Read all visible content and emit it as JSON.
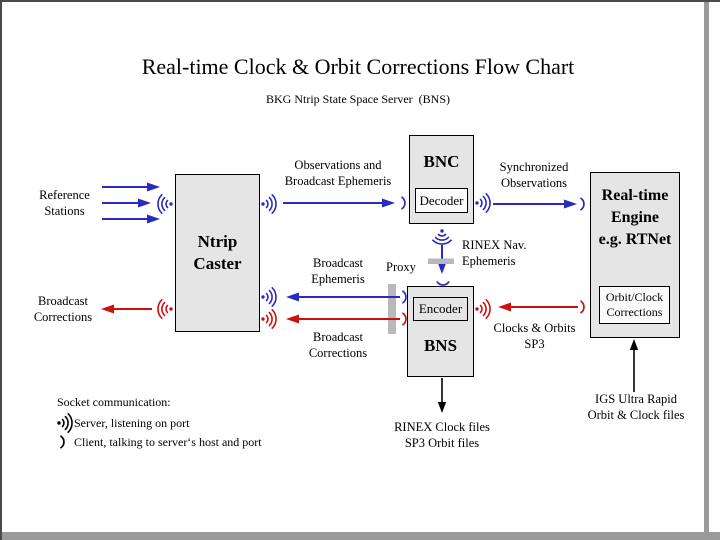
{
  "title": "Real-time Clock & Orbit Corrections Flow Chart",
  "subtitle": "BKG Ntrip State Space Server  (BNS)",
  "colors": {
    "blue": "#2a2ac0",
    "red": "#cc0f0f",
    "black": "#000000",
    "box_fill": "#e5e5e5",
    "proxy_gray": "#b9b9b9",
    "frame_dark": "#4a4a4a",
    "frame_gray": "#9a9a9a"
  },
  "boxes": {
    "ntrip_caster": {
      "label": "Ntrip\nCaster"
    },
    "bnc": {
      "label": "BNC",
      "sub": "Decoder"
    },
    "bns": {
      "label": "BNS",
      "sub": "Encoder"
    },
    "engine": {
      "label": "Real-time\nEngine\ne.g. RTNet",
      "sub": "Orbit/Clock\nCorrections"
    }
  },
  "labels": {
    "reference_stations": "Reference\nStations",
    "broadcast_corrections_left": "Broadcast\nCorrections",
    "observations": "Observations and\nBroadcast Ephemeris",
    "synchronized": "Synchronized\nObservations",
    "rinex_nav": "RINEX Nav.\nEphemeris",
    "broadcast_ephemeris": "Broadcast\nEphemeris",
    "proxy": "Proxy",
    "broadcast_corrections_mid": "Broadcast\nCorrections",
    "clocks_orbits": "Clocks & Orbits\nSP3",
    "rinex_clock_files": "RINEX Clock files\nSP3 Orbit files",
    "igs": "IGS Ultra Rapid\nOrbit & Clock files"
  },
  "legend": {
    "heading": "Socket communication:",
    "server": "Server, listening on port",
    "client": "Client, talking to server‘s host and port"
  }
}
